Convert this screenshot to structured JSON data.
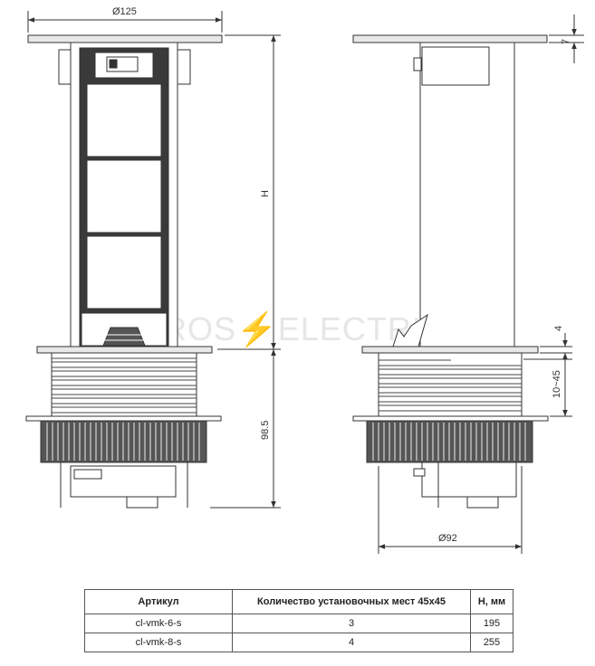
{
  "drawing": {
    "dims": {
      "top_diameter": "Ø125",
      "height": "H",
      "lower_height": "98.5",
      "flange": "7",
      "lip": "4",
      "adjust": "10~45",
      "bottom_diameter": "Ø92"
    },
    "watermark": "ROS⚡ELECTRIC"
  },
  "table": {
    "headers": [
      "Артикул",
      "Количество установочных мест 45х45",
      "H, мм"
    ],
    "rows": [
      {
        "article": "cl-vmk-6-s",
        "count": "3",
        "h": "195"
      },
      {
        "article": "cl-vmk-8-s",
        "count": "4",
        "h": "255"
      }
    ]
  }
}
